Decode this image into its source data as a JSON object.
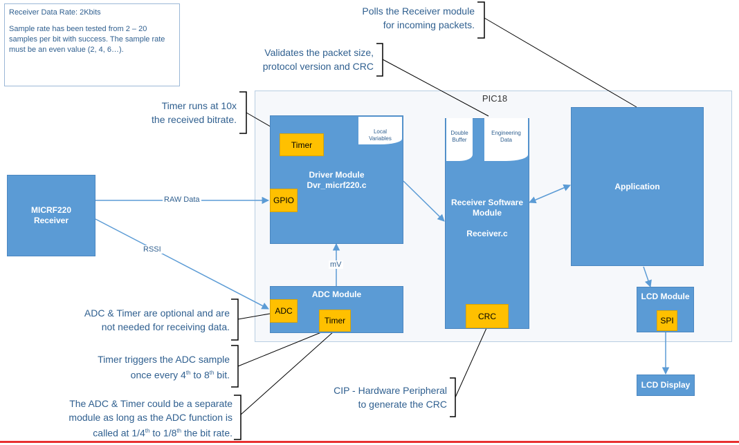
{
  "info_note": {
    "line1": "Receiver Data Rate:  2Kbits",
    "line2": "Sample rate has been tested from 2 – 20 samples per bit with success.  The sample rate must be an even value (2, 4, 6…)."
  },
  "container": {
    "title": "PIC18"
  },
  "blocks": {
    "receiver": "MICRF220\nReceiver",
    "driver": "Driver Module\nDvr_micrf220.c",
    "software": "Receiver Software\nModule\n\nReceiver.c",
    "application": "Application",
    "adc_module": "ADC Module",
    "lcd_module": "LCD Module",
    "lcd_display": "LCD Display"
  },
  "chips": {
    "timer_driver": "Timer",
    "gpio": "GPIO",
    "adc": "ADC",
    "timer_adc": "Timer",
    "crc": "CRC",
    "spi": "SPI"
  },
  "docs": {
    "local_vars": "Local\nVariables",
    "double_buffer": "Double\nBuffer",
    "engineering": "Engineering\nData"
  },
  "edges": {
    "raw": "RAW Data",
    "rssi": "RSSI",
    "mv": "mV"
  },
  "callouts": {
    "polls": "Polls the Receiver module\nfor incoming packets.",
    "validates": "Validates the packet size,\nprotocol version and CRC",
    "timer_runs": "Timer runs at 10x\nthe received bitrate.",
    "adc_optional": "ADC & Timer are optional and are\nnot needed for receiving data.",
    "cip": "CIP - Hardware Peripheral\nto generate the CRC",
    "timer_triggers_a": "Timer triggers the ADC sample",
    "timer_triggers_b1": "once every 4",
    "timer_triggers_b2": " to 8",
    "timer_triggers_b3": " bit.",
    "sep_a": "The ADC & Timer could be a separate",
    "sep_b": "module as long as the ADC function is",
    "sep_c1": "called at 1/4",
    "sep_c2": " to 1/8",
    "sep_c3": " the bit rate.",
    "sup_th": "th"
  }
}
